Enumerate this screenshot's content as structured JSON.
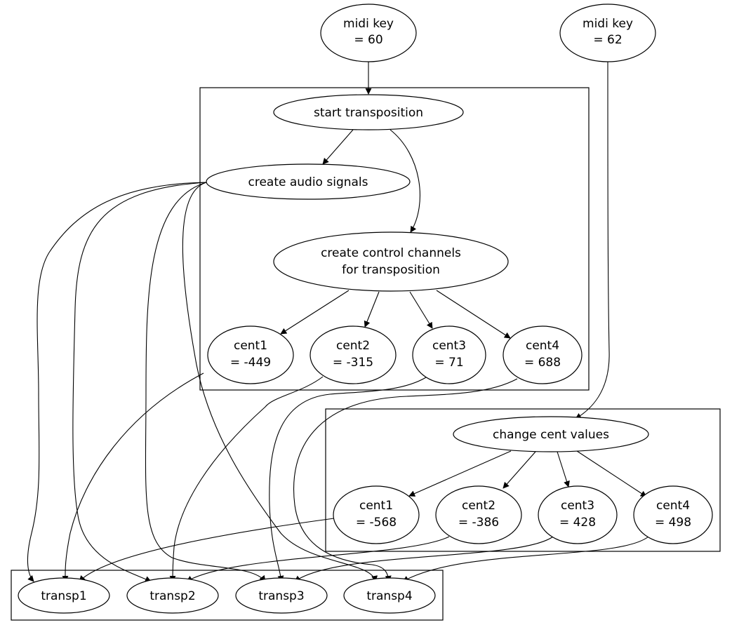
{
  "nodes": {
    "midi60": {
      "line1": "midi key",
      "line2": "= 60"
    },
    "midi62": {
      "line1": "midi key",
      "line2": "= 62"
    },
    "start": {
      "label": "start transposition"
    },
    "audio": {
      "label": "create audio signals"
    },
    "control": {
      "line1": "create control channels",
      "line2": "for transposition"
    },
    "a_cent1": {
      "line1": "cent1",
      "line2": "= -449"
    },
    "a_cent2": {
      "line1": "cent2",
      "line2": "= -315"
    },
    "a_cent3": {
      "line1": "cent3",
      "line2": "= 71"
    },
    "a_cent4": {
      "line1": "cent4",
      "line2": "= 688"
    },
    "change": {
      "label": "change cent values"
    },
    "b_cent1": {
      "line1": "cent1",
      "line2": "= -568"
    },
    "b_cent2": {
      "line1": "cent2",
      "line2": "= -386"
    },
    "b_cent3": {
      "line1": "cent3",
      "line2": "= 428"
    },
    "b_cent4": {
      "line1": "cent4",
      "line2": "= 498"
    },
    "transp1": {
      "label": "transp1"
    },
    "transp2": {
      "label": "transp2"
    },
    "transp3": {
      "label": "transp3"
    },
    "transp4": {
      "label": "transp4"
    }
  },
  "edges": [
    [
      "midi60",
      "start"
    ],
    [
      "start",
      "audio"
    ],
    [
      "start",
      "control"
    ],
    [
      "control",
      "a_cent1"
    ],
    [
      "control",
      "a_cent2"
    ],
    [
      "control",
      "a_cent3"
    ],
    [
      "control",
      "a_cent4"
    ],
    [
      "midi62",
      "change"
    ],
    [
      "change",
      "b_cent1"
    ],
    [
      "change",
      "b_cent2"
    ],
    [
      "change",
      "b_cent3"
    ],
    [
      "change",
      "b_cent4"
    ],
    [
      "audio",
      "transp1"
    ],
    [
      "audio",
      "transp2"
    ],
    [
      "audio",
      "transp3"
    ],
    [
      "audio",
      "transp4"
    ],
    [
      "a_cent1",
      "transp1"
    ],
    [
      "a_cent2",
      "transp2"
    ],
    [
      "a_cent3",
      "transp3"
    ],
    [
      "a_cent4",
      "transp4"
    ],
    [
      "b_cent1",
      "transp1"
    ],
    [
      "b_cent2",
      "transp2"
    ],
    [
      "b_cent3",
      "transp3"
    ],
    [
      "b_cent4",
      "transp4"
    ]
  ]
}
